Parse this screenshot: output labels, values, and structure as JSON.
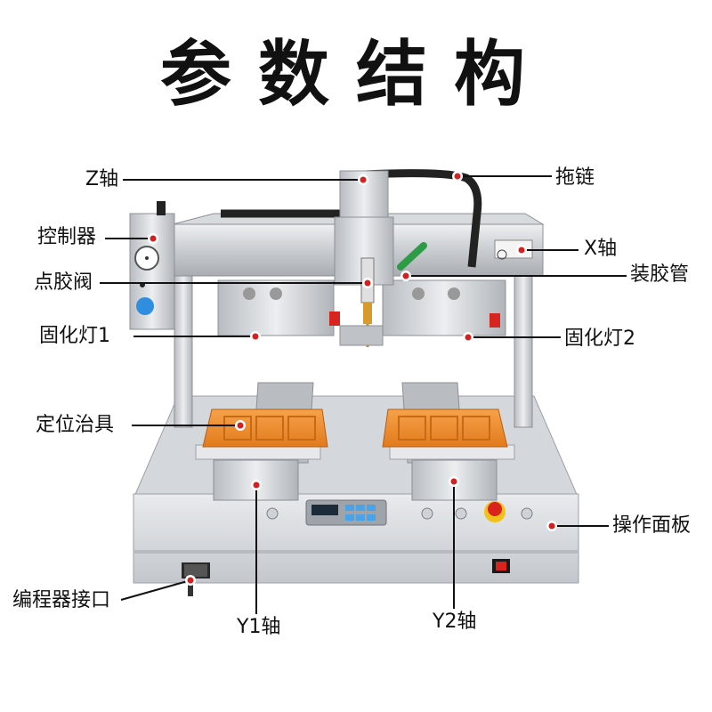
{
  "title": "参数结构",
  "labels": {
    "z_axis": "Z轴",
    "drag_chain": "拖链",
    "controller": "控制器",
    "x_axis": "X轴",
    "dispensing_valve": "点胶阀",
    "glue_tube": "装胶管",
    "curing_lamp_1": "固化灯1",
    "curing_lamp_2": "固化灯2",
    "positioning_fixture": "定位治具",
    "operation_panel": "操作面板",
    "programmer_port": "编程器接口",
    "y1_axis": "Y1轴",
    "y2_axis": "Y2轴"
  },
  "colors": {
    "leader_line": "#111111",
    "marker_dot": "#d62020",
    "marker_ring": "#ffffff"
  }
}
